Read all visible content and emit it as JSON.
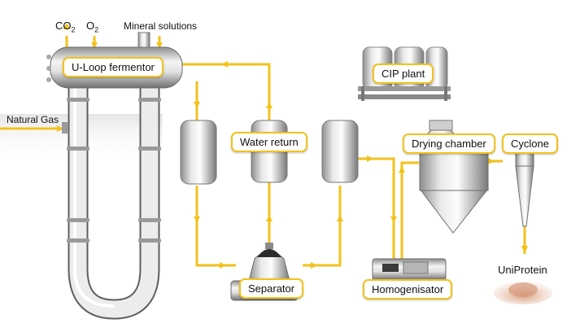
{
  "labels": {
    "co2_main": "CO",
    "co2_sub": "2",
    "o2_main": "O",
    "o2_sub": "2",
    "mineral": "Mineral solutions",
    "natural_gas": "Natural Gas",
    "fermentor": "U-Loop fermentor",
    "cip": "CIP plant",
    "water_return": "Water return",
    "drying": "Drying chamber",
    "cyclone": "Cyclone",
    "separator": "Separator",
    "homogenisator": "Homogenisator",
    "uniprotein": "UniProtein"
  },
  "colors": {
    "flow": "#f2c21b",
    "steel": "#c8c8c8"
  }
}
